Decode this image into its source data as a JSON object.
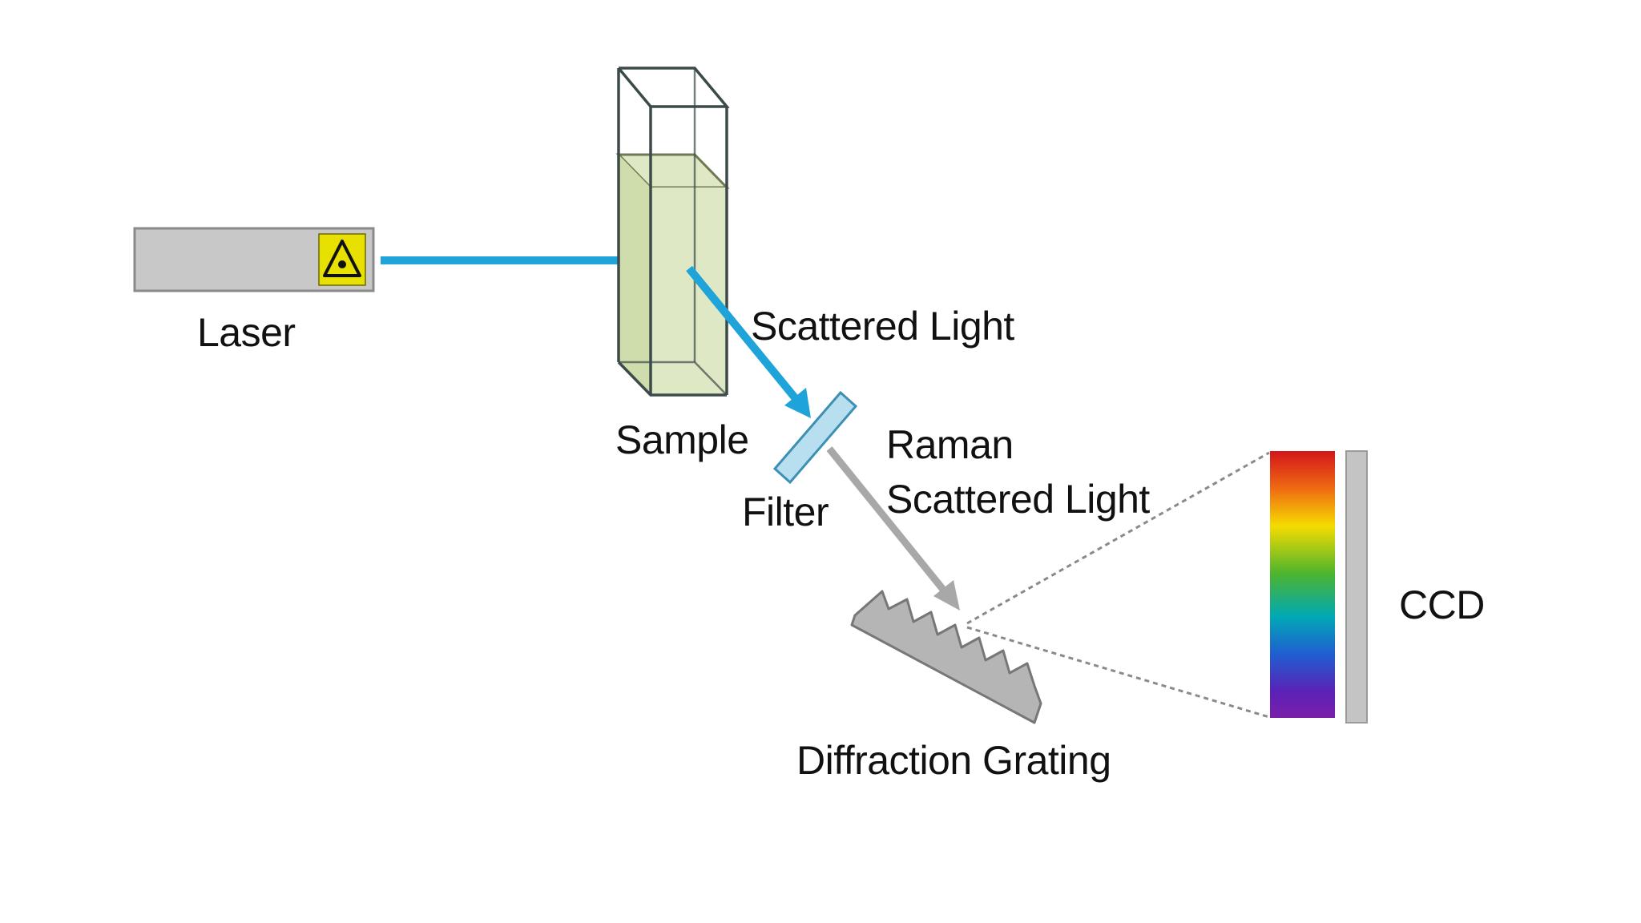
{
  "labels": {
    "laser": "Laser",
    "sample": "Sample",
    "scattered_light": "Scattered Light",
    "filter": "Filter",
    "raman_line1": "Raman",
    "raman_line2": "Scattered Light",
    "diffraction_grating": "Diffraction Grating",
    "ccd": "CCD"
  },
  "colors": {
    "beam": "#1ea4d8",
    "raman_beam": "#a8a8a8",
    "laser_body": "#c8c8c8",
    "warning_sign": "#e8e000",
    "sample_liquid": "#dfe8c4",
    "filter": "#b8dff0",
    "ccd_detector": "#c4c4c4"
  },
  "icons": {
    "laser_warning": "laser-warning-icon"
  }
}
